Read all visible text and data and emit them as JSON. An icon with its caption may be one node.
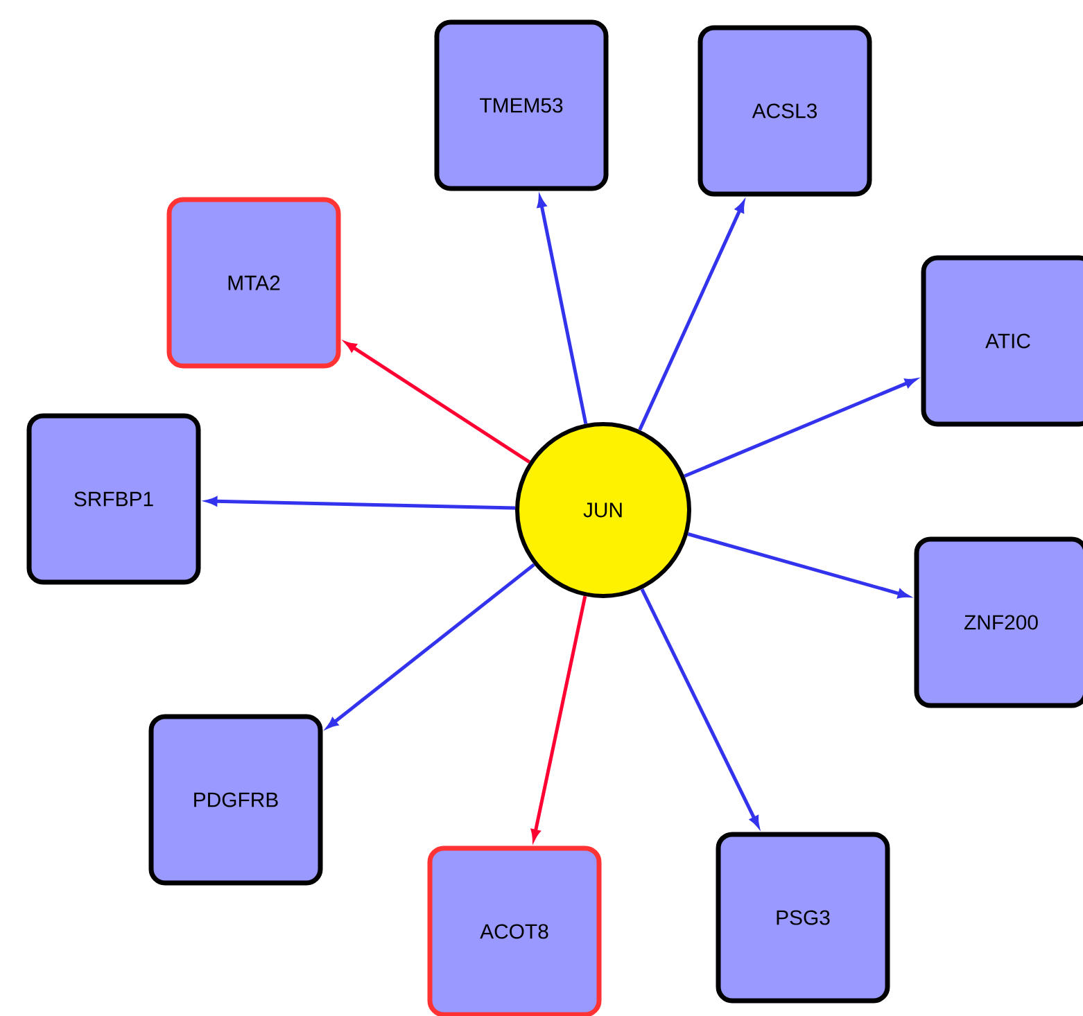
{
  "diagram": {
    "nodes": [
      {
        "text": [
          "TMEM53"
        ]
      },
      {
        "text": [
          "ACSL3"
        ]
      },
      {
        "text": [
          "MTA2"
        ]
      },
      {
        "text": [
          "ATIC"
        ]
      },
      {
        "text": [
          "SRFBP1"
        ]
      },
      {
        "text": [
          "JUN"
        ]
      },
      {
        "text": [
          "ZNF200"
        ]
      },
      {
        "text": [
          "PDGFRB"
        ]
      },
      {
        "text": [
          "ACOT8"
        ]
      },
      {
        "text": [
          "PSG3"
        ]
      }
    ],
    "edges": [
      {
        "from": 5,
        "to": 0,
        "arrow": "to"
      },
      {
        "from": 5,
        "to": 1,
        "arrow": "to"
      },
      {
        "from": 5,
        "to": 2,
        "arrow": "to",
        "color": "#ff0033"
      },
      {
        "from": 5,
        "to": 3,
        "arrow": "to"
      },
      {
        "from": 5,
        "to": 4,
        "arrow": "to"
      },
      {
        "from": 5,
        "to": 6,
        "arrow": "to"
      },
      {
        "from": 5,
        "to": 7,
        "arrow": "to"
      },
      {
        "from": 5,
        "to": 8,
        "arrow": "to",
        "color": "#ff0033"
      },
      {
        "from": 5,
        "to": 9,
        "arrow": "to"
      }
    ]
  }
}
